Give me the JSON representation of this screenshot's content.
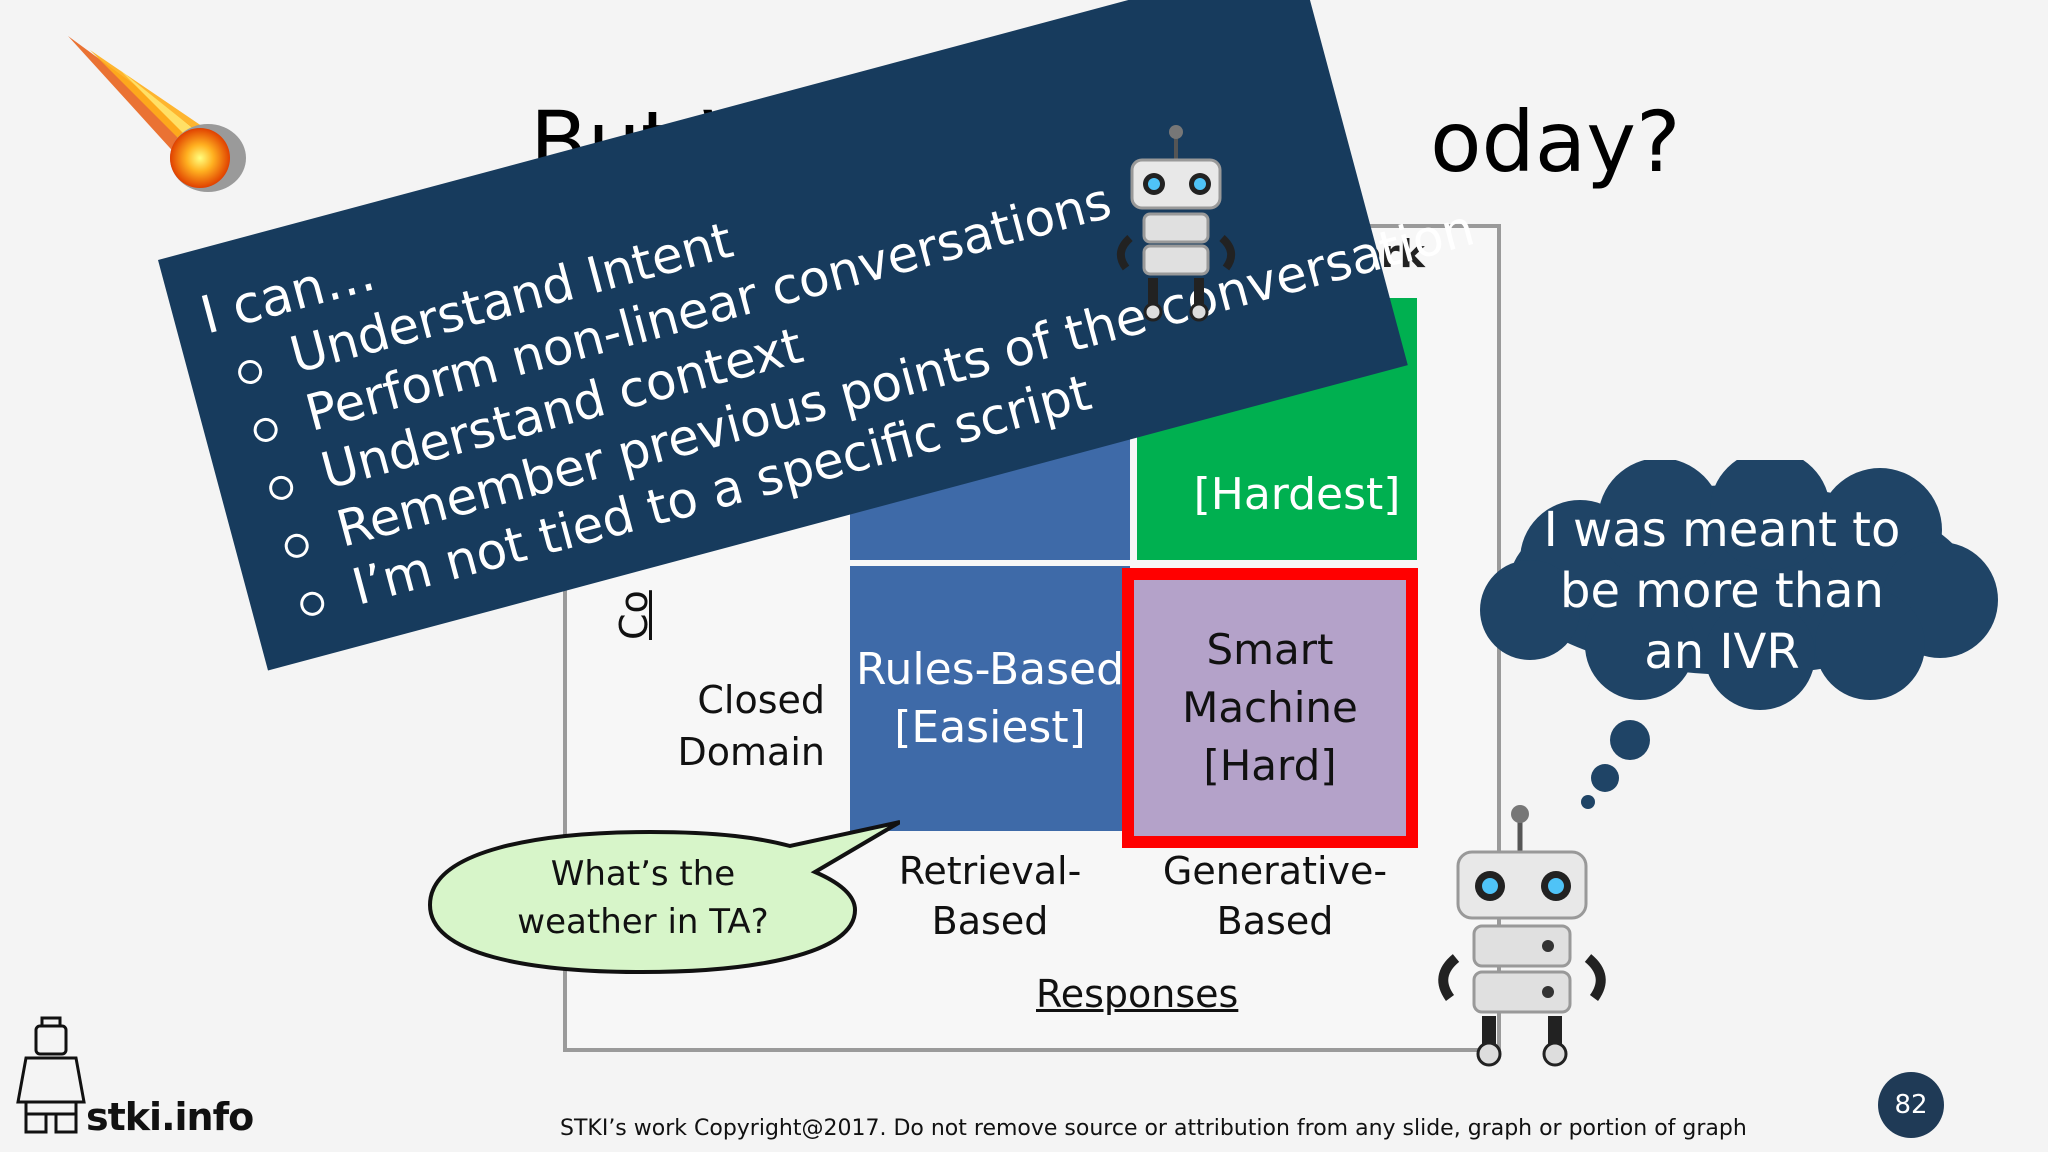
{
  "slide": {
    "title_left": "But What is R",
    "title_right": "oday?",
    "page_number": "82",
    "footer": "STKI’s work Copyright@2017. Do not remove source or attribution from any slide, graph or portion of graph",
    "logo": "stki.info"
  },
  "framework": {
    "title_fragment": "vork",
    "open_generative": "[Hardest]",
    "closed_retrieval": "Rules-Based\n[Easiest]",
    "closed_generative": "Smart\nMachine\n[Hard]",
    "row_closed": "Closed\nDomain",
    "col_retrieval": "Retrieval-\nBased",
    "col_generative": "Generative-\nBased",
    "axis_x": "Responses",
    "axis_y": "Co",
    "colors": {
      "retrieval": "#3e6aa8",
      "generative_open": "#00b050",
      "generative_closed": "#b4a2c9",
      "highlight": "#ff0000"
    }
  },
  "banner": {
    "heading": "I can…",
    "items": [
      "Understand Intent",
      "Perform non-linear conversations",
      "Understand context",
      "Remember previous points of the conversation",
      "I’m not tied to a specific script"
    ],
    "color": "#173b5d"
  },
  "speech_bubble": "What’s the\nweather in TA?",
  "thought_bubble": "I was meant to\nbe more than\nan IVR",
  "icons": [
    "comet-icon",
    "robot-icon",
    "robot-icon",
    "lego-figure-icon"
  ]
}
